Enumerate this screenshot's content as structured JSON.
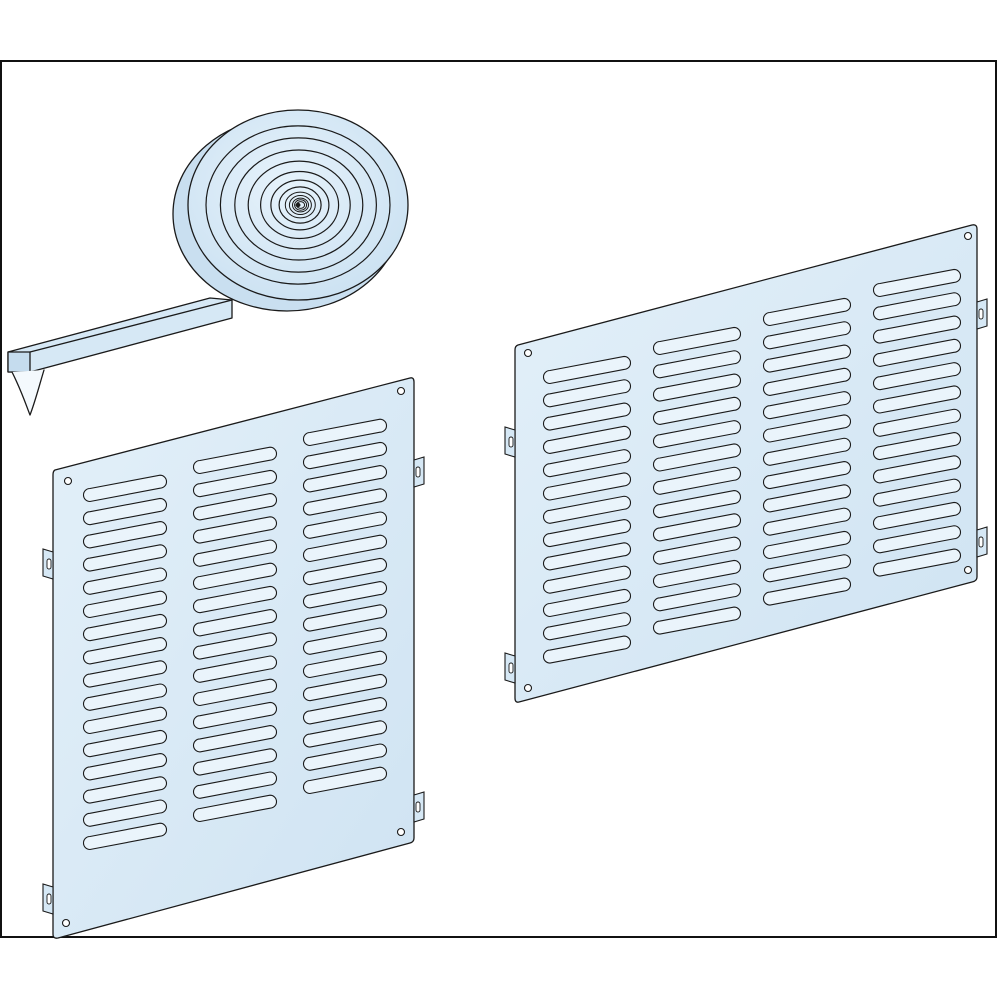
{
  "illustration": {
    "subject": "",
    "colors": {
      "fill": "#d6e8f5",
      "fill_highlight": "#eaf4fb",
      "outline": "#1a1a1a",
      "background": "#ffffff"
    },
    "items": [
      {
        "kind": "foam-gasket-tape-roll",
        "icon": "tape-roll-icon"
      },
      {
        "kind": "ventilated-panel-three-columns",
        "slot_columns": 3,
        "slots_per_column": 16,
        "icon": "vent-panel-icon"
      },
      {
        "kind": "ventilated-panel-four-columns",
        "slot_columns": 4,
        "slots_per_column": 13,
        "icon": "vent-panel-icon"
      }
    ]
  }
}
